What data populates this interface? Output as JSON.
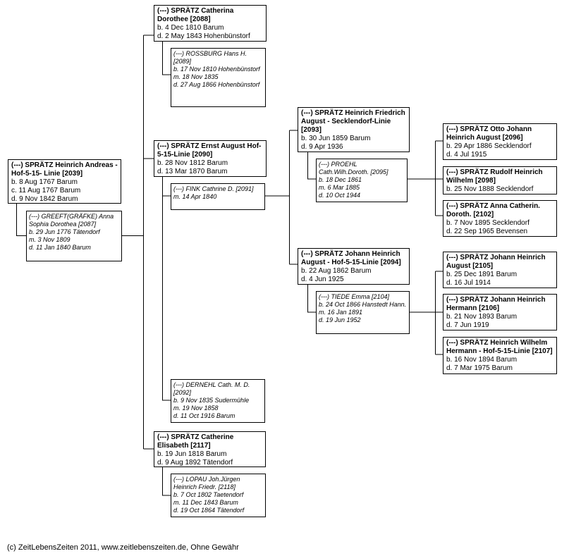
{
  "persons": {
    "p2039": {
      "name": "(---) SPRÄTZ Heinrich Andreas - Hof-5-15- Linie [2039]",
      "lines": [
        "b. 8 Aug 1767 Barum",
        "c. 11 Aug 1767 Barum",
        "d. 9 Nov 1842 Barum"
      ]
    },
    "p2087": {
      "name": "(---) GREEFT(GRÄFKE) Anna Sophia Dorothea [2087]",
      "lines": [
        "b. 29 Jun 1776 Tätendorf",
        "m. 3 Nov 1809",
        "d. 11 Jan 1840 Barum"
      ]
    },
    "p2088": {
      "name": "(---) SPRÄTZ Catherina Dorothee [2088]",
      "lines": [
        "b. 4 Dec 1810 Barum",
        "d. 2 May 1843 Hohenbünstorf"
      ]
    },
    "p2089": {
      "name": "(---) ROSSBURG Hans H. [2089]",
      "lines": [
        "b. 17 Nov 1810 Hohenbünstorf",
        "m. 18 Nov 1835",
        "d. 27 Aug 1866 Hohenbünstorf"
      ]
    },
    "p2090": {
      "name": "(---) SPRÄTZ Ernst August Hof-5-15-Linie [2090]",
      "lines": [
        "b. 28 Nov 1812 Barum",
        "d. 13 Mar 1870 Barum"
      ]
    },
    "p2091": {
      "name": "(---) FINK Cathrine D. [2091]",
      "lines": [
        "m. 14 Apr 1840"
      ]
    },
    "p2092": {
      "name": "(---) DERNEHL Cath. M. D. [2092]",
      "lines": [
        "b. 9 Nov 1835 Sudermühle",
        "m. 19 Nov 1858",
        "d. 11 Oct 1916 Barum"
      ]
    },
    "p2117": {
      "name": "(---) SPRÄTZ Catherine Elisabeth [2117]",
      "lines": [
        "b. 19 Jun 1818 Barum",
        "d. 9 Aug 1892 Tätendorf"
      ]
    },
    "p2118": {
      "name": "(---) LOPAU Joh.Jürgen Heinrich Friedr. [2118]",
      "lines": [
        "b. 7 Oct 1802 Taetendorf",
        "m. 11 Dec 1843 Barum",
        "d. 19 Oct 1864 Tätendorf"
      ]
    },
    "p2093": {
      "name": "(---) SPRÄTZ Heinrich Friedrich August - Secklendorf-Linie [2093]",
      "lines": [
        "b. 30 Jun 1859 Barum",
        "d. 9 Apr 1936"
      ]
    },
    "p2095": {
      "name": "(---) PROEHL Cath.Wilh.Doroth. [2095]",
      "lines": [
        "b. 18 Dec 1861",
        "m. 6 Mar 1885",
        "d. 10 Oct 1944"
      ]
    },
    "p2094": {
      "name": "(---) SPRÄTZ Johann Heinrich August - Hof-5-15-Linie [2094]",
      "lines": [
        "b. 22 Aug 1862 Barum",
        "d. 4 Jun 1925"
      ]
    },
    "p2104": {
      "name": "(---) TIEDE Emma [2104]",
      "lines": [
        "b. 24 Oct 1866 Hanstedt Hann.",
        "m. 16 Jan 1891",
        "d. 19 Jun 1952"
      ]
    },
    "p2096": {
      "name": "(---) SPRÄTZ Otto Johann Heinrich August [2096]",
      "lines": [
        "b. 29 Apr 1886 Secklendorf",
        "d. 4 Jul 1915"
      ]
    },
    "p2098": {
      "name": "(---) SPRÄTZ Rudolf Heinrich Wilhelm [2098]",
      "lines": [
        "b. 25 Nov 1888 Secklendorf"
      ]
    },
    "p2102": {
      "name": "(---) SPRÄTZ Anna Catherin. Doroth. [2102]",
      "lines": [
        "b. 7 Nov 1895 Secklendorf",
        "d. 22 Sep 1965 Bevensen"
      ]
    },
    "p2105": {
      "name": "(---) SPRÄTZ Johann Heinrich August [2105]",
      "lines": [
        "b. 25 Dec 1891 Barum",
        "d. 16 Jul 1914"
      ]
    },
    "p2106": {
      "name": "(---) SPRÄTZ Johann Heinrich Hermann [2106]",
      "lines": [
        "b. 21 Nov 1893 Barum",
        "d. 7 Jun 1919"
      ]
    },
    "p2107": {
      "name": "(---) SPRÄTZ Heinrich Wilhelm Hermann - Hof-5-15-Linie [2107]",
      "lines": [
        "b. 16 Nov 1894 Barum",
        "d. 7 Mar 1975 Barum"
      ]
    }
  },
  "footer": "(c) ZeitLebensZeiten 2011, www.zeitlebenszeiten.de, Ohne Gewähr"
}
